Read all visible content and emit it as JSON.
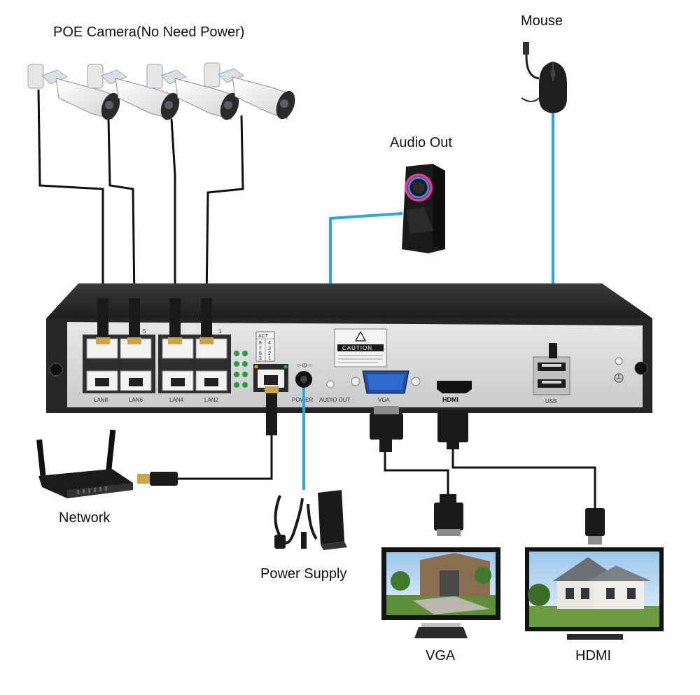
{
  "labels": {
    "poe_camera": "POE Camera(No Need Power)",
    "mouse": "Mouse",
    "audio_out": "Audio Out",
    "network": "Network",
    "power_supply": "Power Supply",
    "vga": "VGA",
    "hdmi": "HDMI"
  },
  "panel": {
    "caution": "CAUTION",
    "act": "ACT",
    "act_digits": [
      "8",
      "4",
      "7",
      "3",
      "6",
      "2",
      "5",
      "1"
    ],
    "lan8": "LAN8",
    "lan6": "LAN6",
    "lan4": "LAN4",
    "lan2": "LAN2",
    "lan_top_a": "5",
    "lan_top_b": "1",
    "power": "POWER",
    "audio_out": "AUDIO OUT",
    "vga": "VGA",
    "hdmi_logo": "HDMI",
    "usb": "USB"
  },
  "colors": {
    "cable_black": "#111111",
    "cable_blue": "#29a8e0",
    "nvr_body": "#2b2b2b",
    "nvr_panel": "#d9dadb"
  }
}
